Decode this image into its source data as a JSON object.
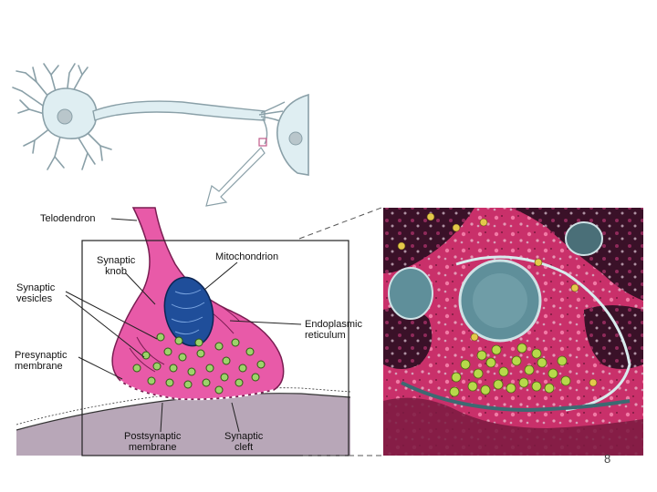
{
  "labels": {
    "telodendron": "Telodendron",
    "synaptic_knob": "Synaptic\nknob",
    "mitochondrion": "Mitochondrion",
    "synaptic_vesicles": "Synaptic\nvesicles",
    "endoplasmic_reticulum": "Endoplasmic\nreticulum",
    "presynaptic_membrane": "Presynaptic\nmembrane",
    "postsynaptic_membrane": "Postsynaptic\nmembrane",
    "synaptic_cleft": "Synaptic\ncleft"
  },
  "page_number": "8",
  "colors": {
    "neuron_body": "#dfeef2",
    "neuron_outline": "#8aa0a8",
    "knob_pink": "#e85aa8",
    "mitochondrion_blue": "#1f4e9a",
    "vesicle_green": "#9dd36a",
    "postsynaptic_gray": "#b8a7b8",
    "micro_magenta": "#d9336f",
    "micro_teal": "#5f8f9a",
    "micro_dark": "#2a0e1e"
  }
}
